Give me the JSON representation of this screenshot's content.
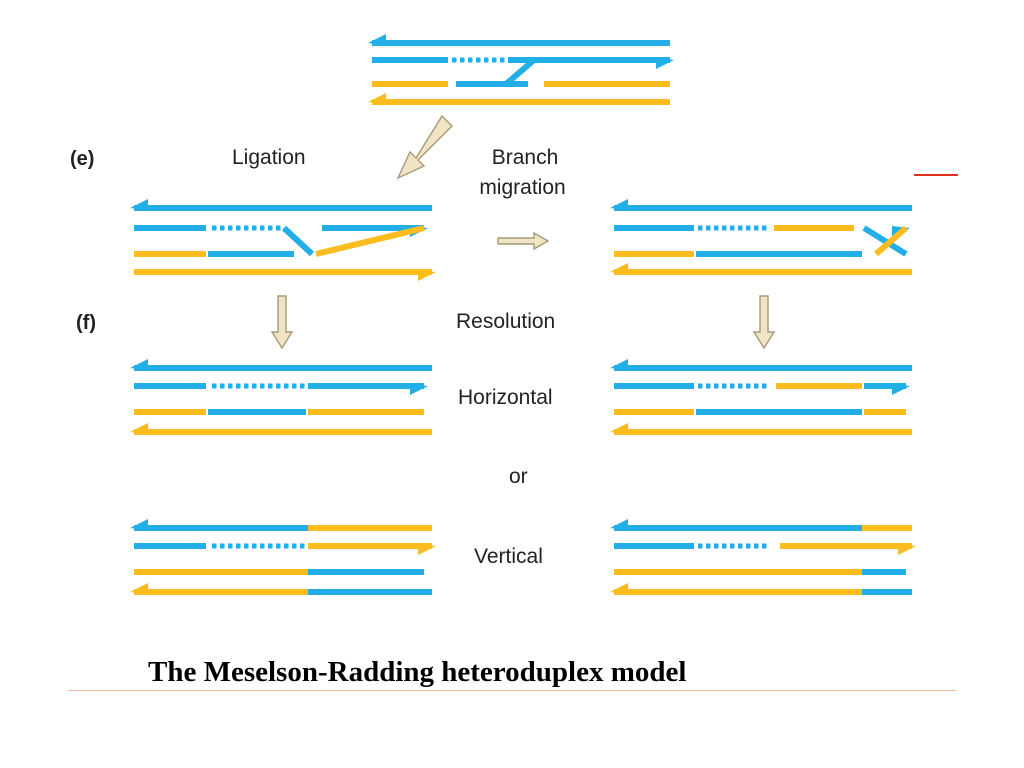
{
  "colors": {
    "blue": "#22aee6",
    "yellow": "#fbbd1e",
    "arrow_fill": "#efe4c4",
    "arrow_stroke": "#a89a78"
  },
  "labels": {
    "panel_e": "(e)",
    "panel_f": "(f)",
    "ligation": "Ligation",
    "branch": "Branch",
    "migration": "migration",
    "resolution": "Resolution",
    "horizontal": "Horizontal",
    "or": "or",
    "vertical": "Vertical"
  },
  "caption": "The Meselson-Radding heteroduplex model",
  "structures": [
    {
      "id": "top-intermediate",
      "strands": [
        {
          "name": "top-strand",
          "segments": [
            {
              "color": "blue"
            }
          ],
          "arrow": "left"
        },
        {
          "name": "second-strand",
          "segments": [
            {
              "color": "blue"
            },
            {
              "color": "blue",
              "style": "dotted"
            },
            {
              "color": "blue"
            }
          ],
          "arrow": "right"
        },
        {
          "name": "third-strand",
          "segments": [
            {
              "color": "yellow"
            },
            {
              "color": "blue"
            },
            {
              "color": "yellow"
            }
          ]
        },
        {
          "name": "bottom-strand",
          "segments": [
            {
              "color": "yellow"
            }
          ],
          "arrow": "left"
        }
      ]
    },
    {
      "id": "ligation-holliday",
      "strands": [
        {
          "name": "top-strand",
          "segments": [
            {
              "color": "blue"
            }
          ],
          "arrow": "left"
        },
        {
          "name": "second-strand",
          "segments": [
            {
              "color": "blue"
            },
            {
              "color": "blue",
              "style": "dotted"
            },
            {
              "color": "blue",
              "crossover": true
            },
            {
              "color": "blue"
            }
          ],
          "arrow": "right"
        },
        {
          "name": "third-strand",
          "segments": [
            {
              "color": "yellow"
            },
            {
              "color": "blue"
            },
            {
              "color": "yellow",
              "crossover": true
            },
            {
              "color": "yellow"
            }
          ]
        },
        {
          "name": "bottom-strand",
          "segments": [
            {
              "color": "yellow"
            }
          ],
          "arrow": "right"
        }
      ]
    },
    {
      "id": "branch-migrated-holliday",
      "strands": [
        {
          "name": "top-strand",
          "segments": [
            {
              "color": "blue"
            }
          ],
          "arrow": "left"
        },
        {
          "name": "second-strand",
          "segments": [
            {
              "color": "blue"
            },
            {
              "color": "blue",
              "style": "dotted"
            },
            {
              "color": "yellow"
            },
            {
              "color": "blue",
              "crossover": true
            }
          ],
          "arrow": "right"
        },
        {
          "name": "third-strand",
          "segments": [
            {
              "color": "yellow"
            },
            {
              "color": "blue"
            },
            {
              "color": "yellow",
              "crossover": true
            }
          ]
        },
        {
          "name": "bottom-strand",
          "segments": [
            {
              "color": "yellow"
            }
          ],
          "arrow": "left"
        }
      ]
    },
    {
      "id": "horizontal-left",
      "strands": [
        {
          "name": "top-strand",
          "segments": [
            {
              "color": "blue"
            }
          ],
          "arrow": "left"
        },
        {
          "name": "second-strand",
          "segments": [
            {
              "color": "blue"
            },
            {
              "color": "blue",
              "style": "dotted"
            },
            {
              "color": "blue"
            }
          ],
          "arrow": "right"
        },
        {
          "name": "third-strand",
          "segments": [
            {
              "color": "yellow"
            },
            {
              "color": "blue"
            },
            {
              "color": "yellow"
            }
          ]
        },
        {
          "name": "bottom-strand",
          "segments": [
            {
              "color": "yellow"
            }
          ],
          "arrow": "left"
        }
      ]
    },
    {
      "id": "horizontal-right",
      "strands": [
        {
          "name": "top-strand",
          "segments": [
            {
              "color": "blue"
            }
          ],
          "arrow": "left"
        },
        {
          "name": "second-strand",
          "segments": [
            {
              "color": "blue"
            },
            {
              "color": "blue",
              "style": "dotted"
            },
            {
              "color": "yellow"
            },
            {
              "color": "blue"
            }
          ],
          "arrow": "right"
        },
        {
          "name": "third-strand",
          "segments": [
            {
              "color": "yellow"
            },
            {
              "color": "blue"
            },
            {
              "color": "yellow"
            }
          ]
        },
        {
          "name": "bottom-strand",
          "segments": [
            {
              "color": "yellow"
            }
          ],
          "arrow": "left"
        }
      ]
    },
    {
      "id": "vertical-left",
      "strands": [
        {
          "name": "top-strand",
          "segments": [
            {
              "color": "blue"
            },
            {
              "color": "yellow"
            }
          ],
          "arrow": "left"
        },
        {
          "name": "second-strand",
          "segments": [
            {
              "color": "blue"
            },
            {
              "color": "blue",
              "style": "dotted"
            },
            {
              "color": "yellow"
            }
          ],
          "arrow": "right"
        },
        {
          "name": "third-strand",
          "segments": [
            {
              "color": "yellow"
            },
            {
              "color": "blue"
            }
          ]
        },
        {
          "name": "bottom-strand",
          "segments": [
            {
              "color": "yellow"
            },
            {
              "color": "blue"
            }
          ],
          "arrow": "left"
        }
      ]
    },
    {
      "id": "vertical-right",
      "strands": [
        {
          "name": "top-strand",
          "segments": [
            {
              "color": "blue"
            },
            {
              "color": "yellow"
            }
          ],
          "arrow": "left"
        },
        {
          "name": "second-strand",
          "segments": [
            {
              "color": "blue"
            },
            {
              "color": "blue",
              "style": "dotted"
            },
            {
              "color": "yellow"
            }
          ],
          "arrow": "right"
        },
        {
          "name": "third-strand",
          "segments": [
            {
              "color": "yellow"
            },
            {
              "color": "blue"
            }
          ]
        },
        {
          "name": "bottom-strand",
          "segments": [
            {
              "color": "yellow"
            },
            {
              "color": "blue"
            }
          ],
          "arrow": "left"
        }
      ]
    }
  ],
  "arrows": [
    {
      "name": "diagonal-arrow-icon",
      "direction": "down-left"
    },
    {
      "name": "right-arrow-icon",
      "direction": "right"
    },
    {
      "name": "down-arrow-left-icon",
      "direction": "down"
    },
    {
      "name": "down-arrow-right-icon",
      "direction": "down"
    }
  ]
}
